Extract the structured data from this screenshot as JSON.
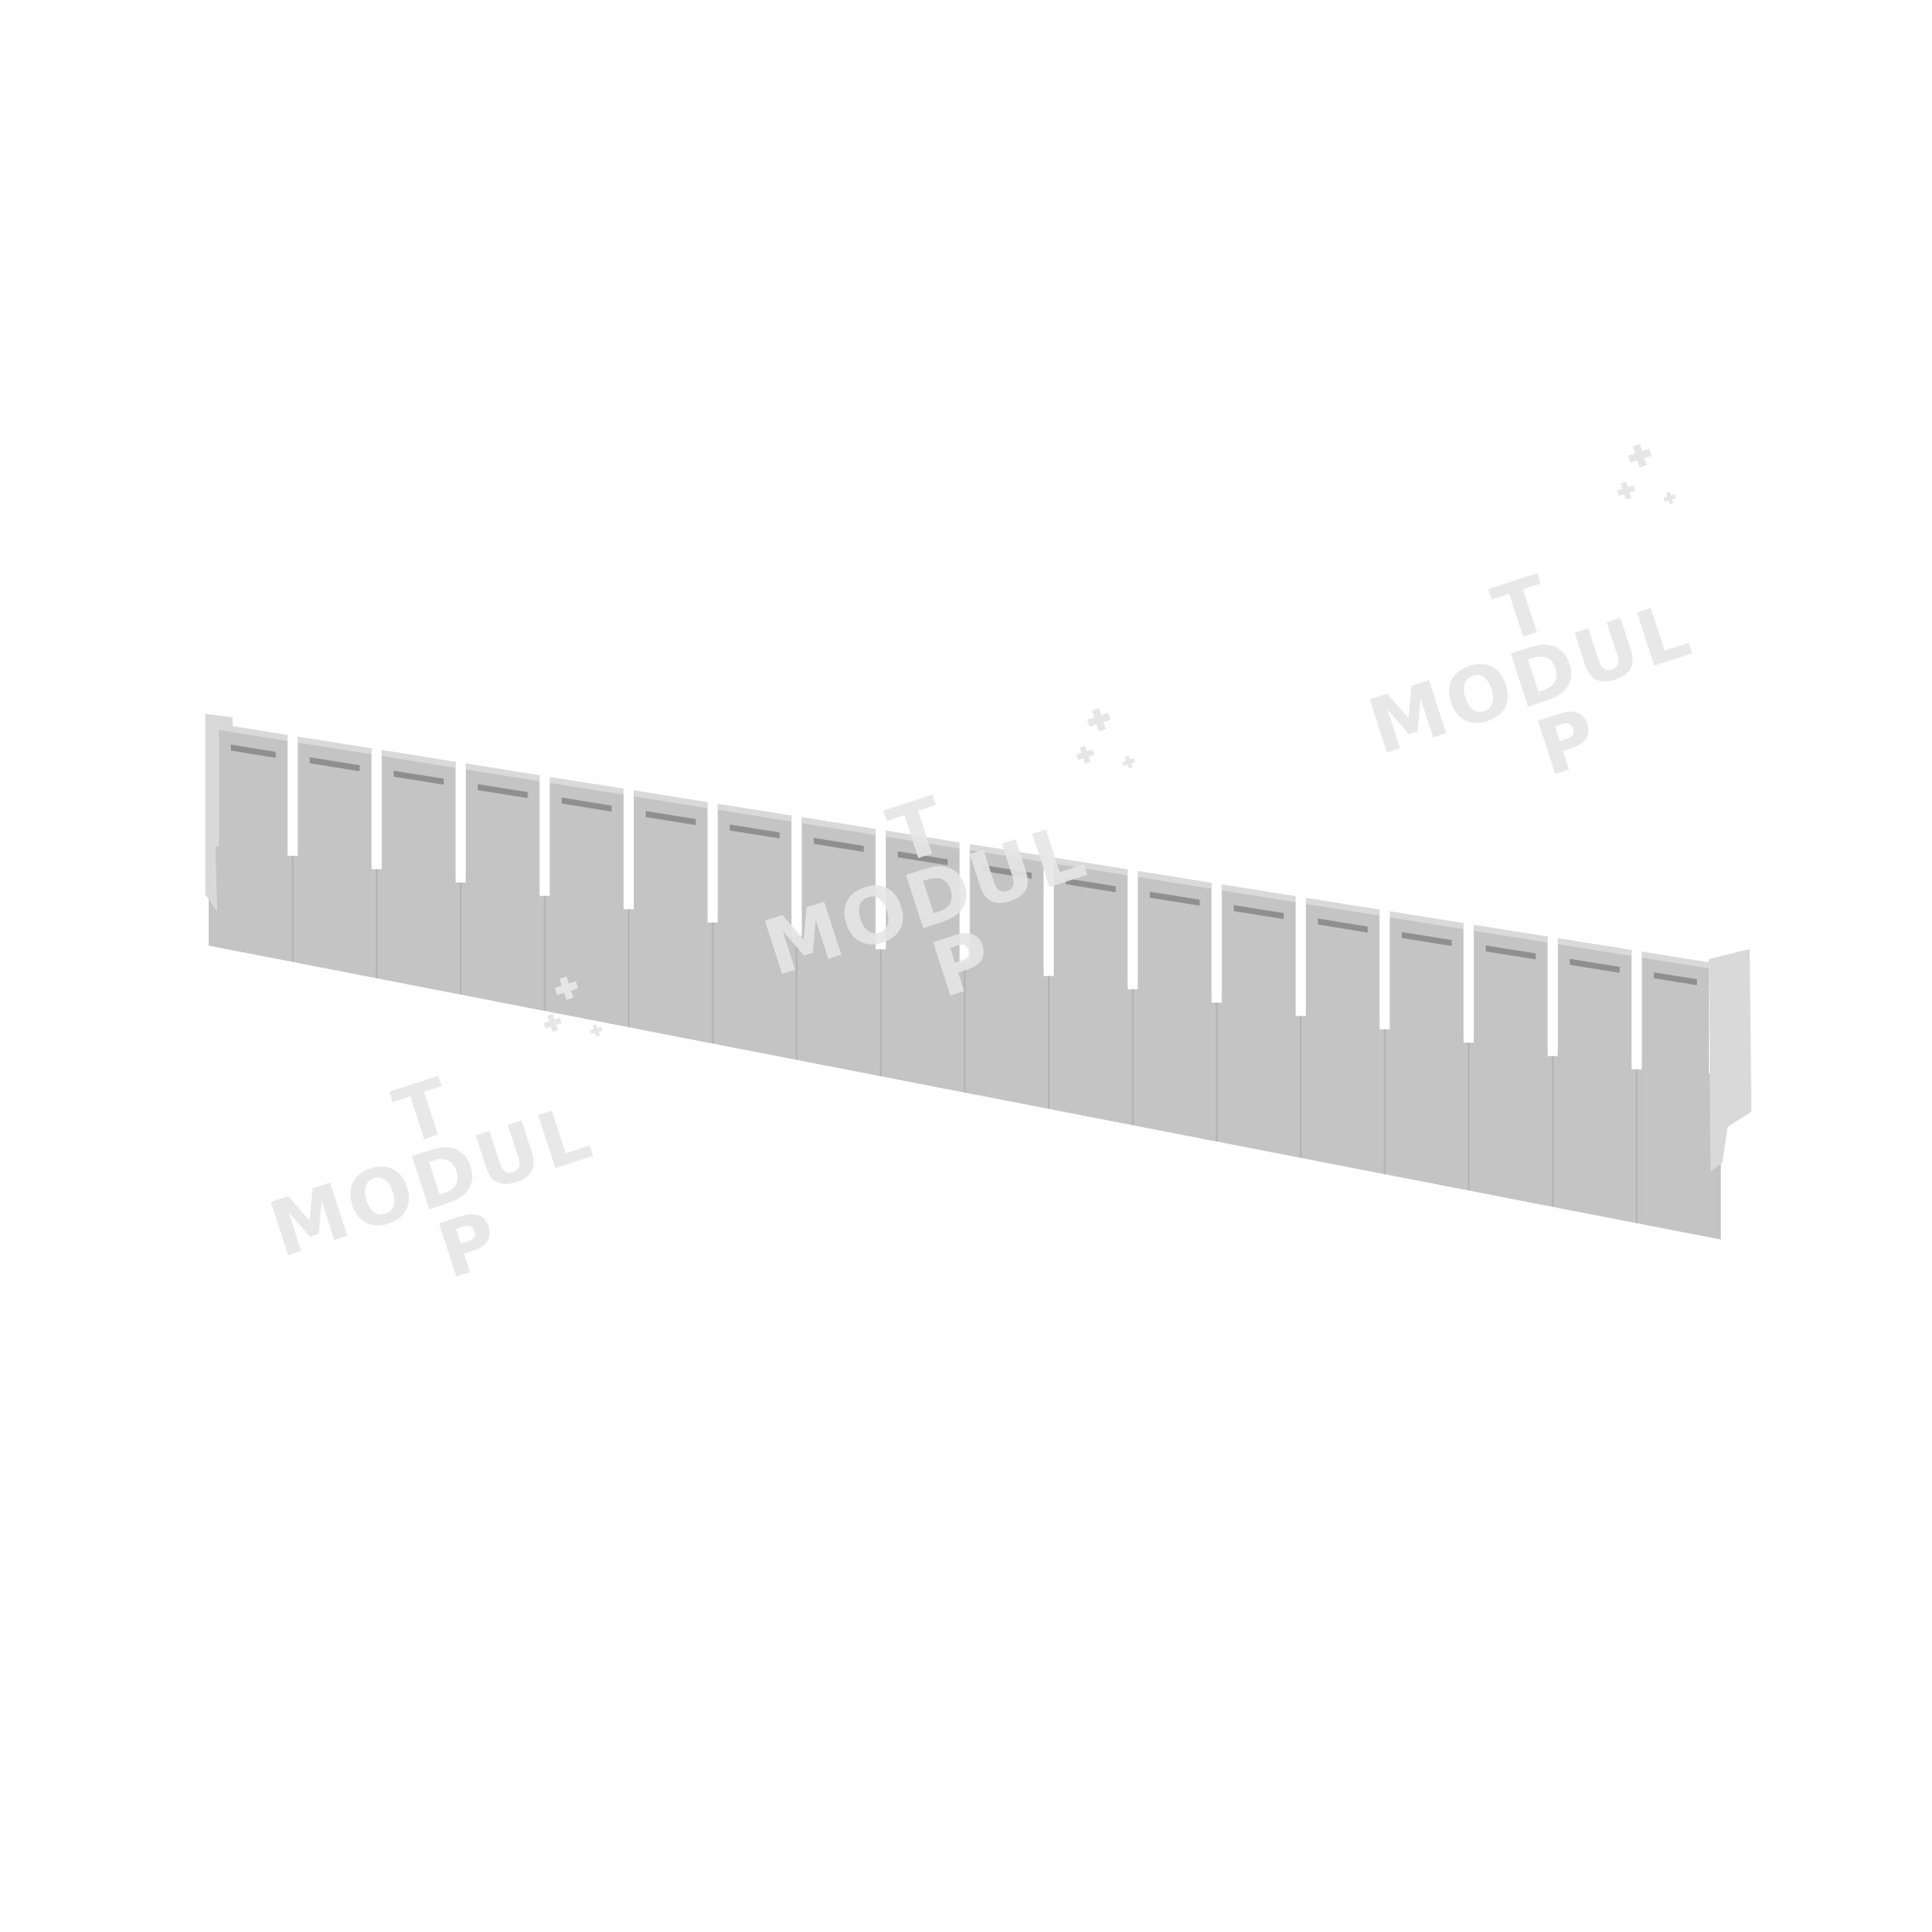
{
  "scene": {
    "subject_icon": "slotted-divider-panel-icon",
    "panel_color": "#c4c4c4",
    "panel_edge_color": "#d9d9d9",
    "panel_shadow_color": "#b3b3b3",
    "slot_color": "#8f8f8f",
    "background_color": "#ffffff",
    "tab_count": 18
  },
  "watermark": {
    "letters_top": "T",
    "letters_middle": "MODUL",
    "letters_bottom": "P",
    "color": "#e6e6e6",
    "icon": "gear-sparkle-icon"
  }
}
